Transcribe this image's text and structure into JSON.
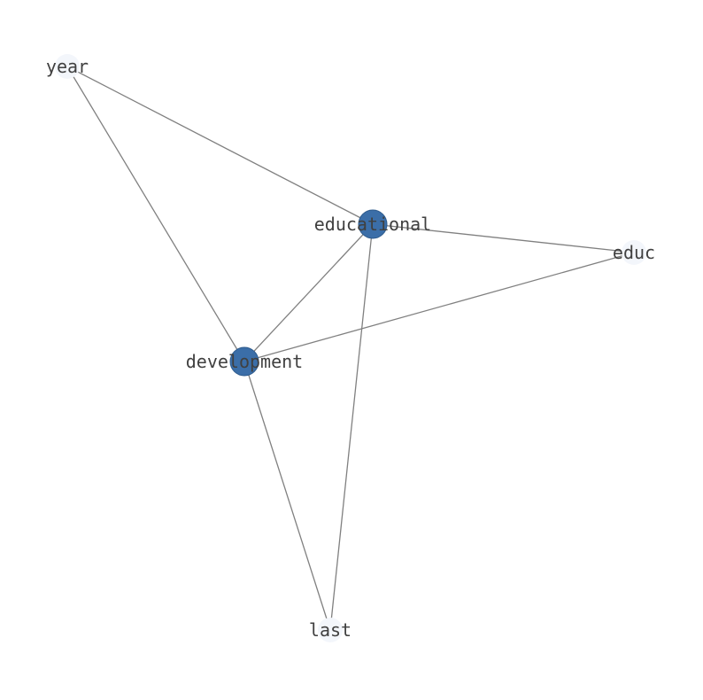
{
  "graph": {
    "nodes": [
      {
        "id": "year",
        "label": "year",
        "weight": "minor"
      },
      {
        "id": "educational",
        "label": "educational",
        "weight": "major"
      },
      {
        "id": "educ",
        "label": "educ",
        "weight": "minor"
      },
      {
        "id": "development",
        "label": "development",
        "weight": "major"
      },
      {
        "id": "last",
        "label": "last",
        "weight": "minor"
      }
    ],
    "edges": [
      {
        "source": "year",
        "target": "educational"
      },
      {
        "source": "year",
        "target": "development"
      },
      {
        "source": "educational",
        "target": "educ"
      },
      {
        "source": "educational",
        "target": "development"
      },
      {
        "source": "educational",
        "target": "last"
      },
      {
        "source": "development",
        "target": "educ"
      },
      {
        "source": "development",
        "target": "last"
      }
    ]
  },
  "colors": {
    "major_node_fill": "#3b6ea8",
    "major_node_stroke": "#2d5a8c",
    "minor_node_fill": "#f3f6fb",
    "edge": "#808080",
    "label": "#404040",
    "background": "#ffffff"
  }
}
